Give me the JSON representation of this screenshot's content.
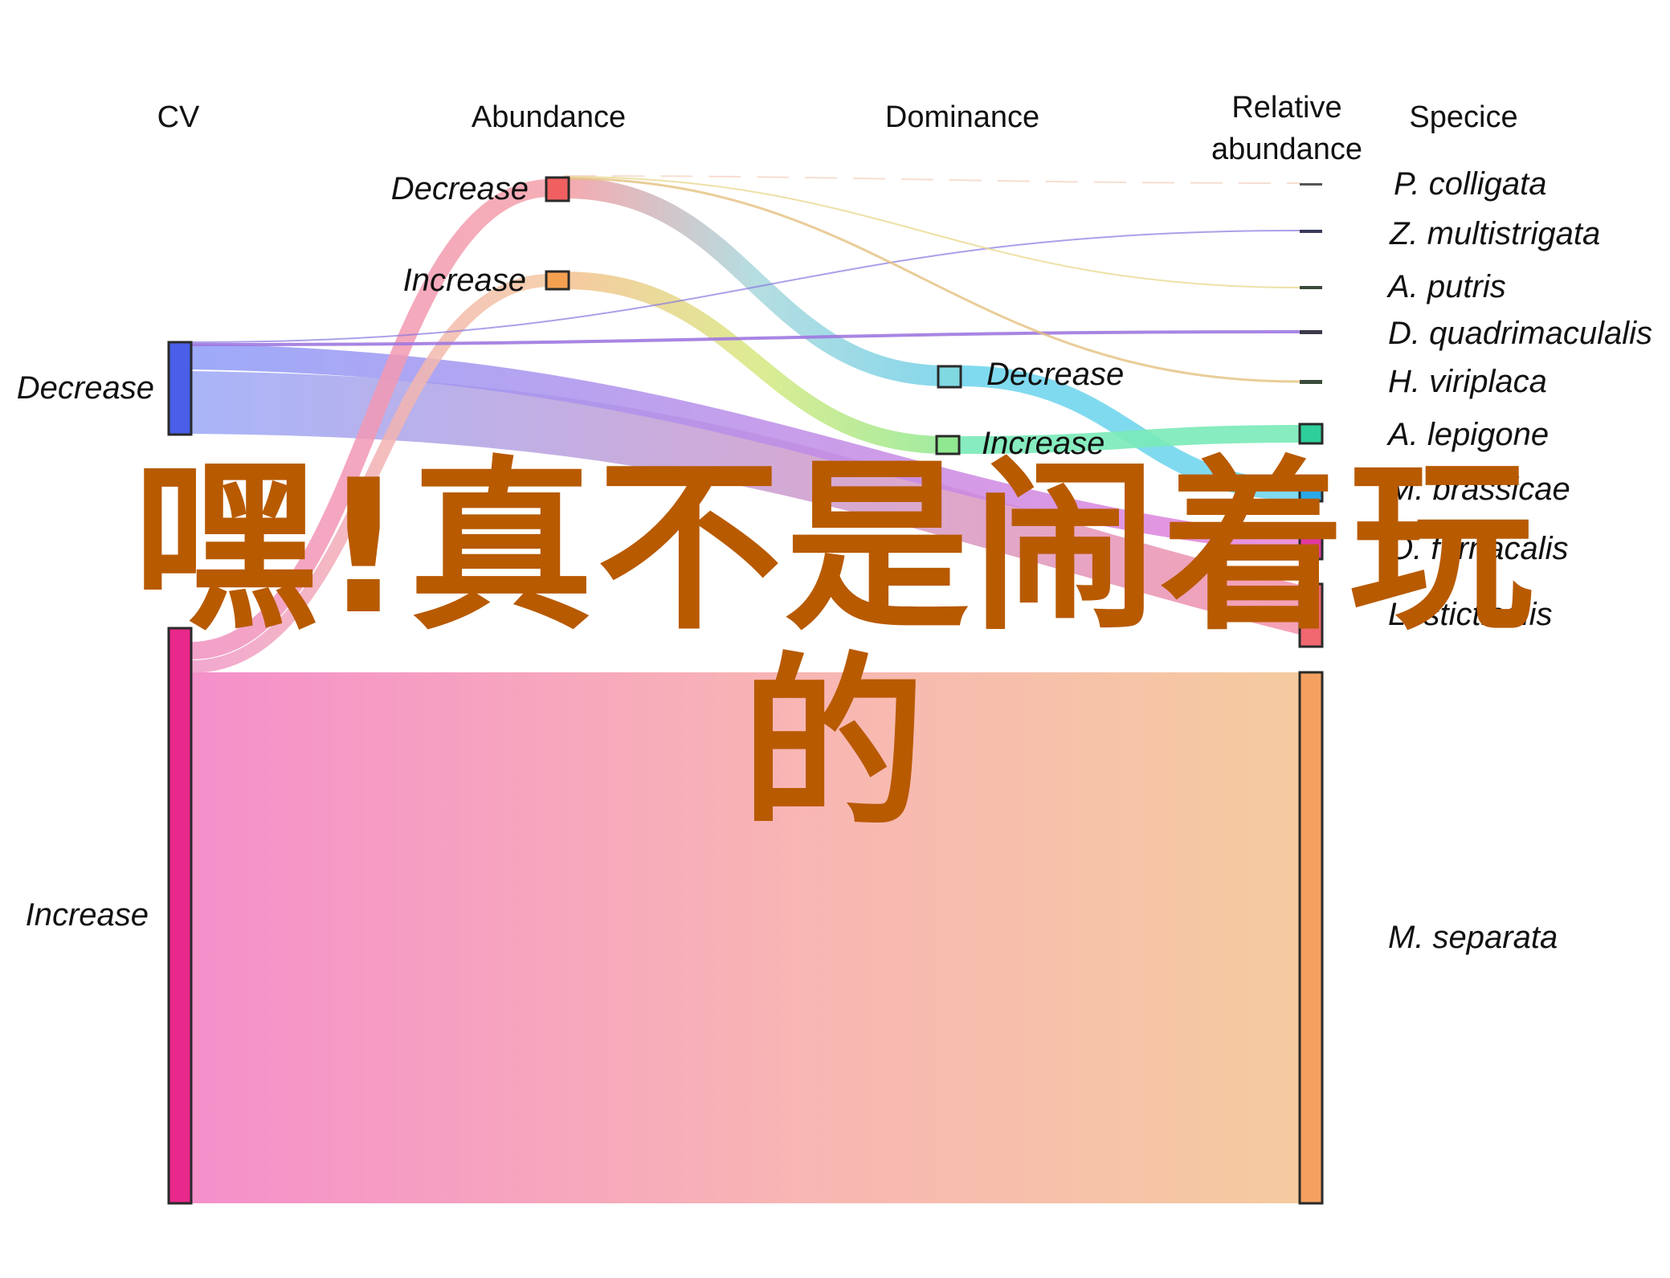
{
  "columns": {
    "cv": "CV",
    "abundance": "Abundance",
    "dominance": "Dominance",
    "relative_line1": "Relative",
    "relative_line2": "abundance",
    "species": "Specice"
  },
  "cv_nodes": {
    "decrease": {
      "label": "Decrease",
      "color": "#4a5ee8"
    },
    "increase": {
      "label": "Increase",
      "color": "#e8288a"
    }
  },
  "abundance_nodes": {
    "decrease": {
      "label": "Decrease",
      "color": "#f06060"
    },
    "increase": {
      "label": "Increase",
      "color": "#f5a050"
    }
  },
  "dominance_nodes": {
    "decrease": {
      "label": "Decrease",
      "color": "#80d8e0"
    },
    "increase": {
      "label": "Increase",
      "color": "#90e890"
    }
  },
  "species": [
    {
      "name": "P. colligata",
      "color": "#555555"
    },
    {
      "name": "Z. multistrigata",
      "color": "#3a3a5a"
    },
    {
      "name": "A. putris",
      "color": "#3a4a3a"
    },
    {
      "name": "D. quadrimaculalis",
      "color": "#3a3a4a"
    },
    {
      "name": "H. viriplaca",
      "color": "#3a4a3a"
    },
    {
      "name": "A. lepigone",
      "color": "#2ecf9a"
    },
    {
      "name": "M. brassicae",
      "color": "#2aa8e8"
    },
    {
      "name": "O. furnacalis",
      "color": "#e03aa0"
    },
    {
      "name": "L. sticticalis",
      "color": "#f06870"
    },
    {
      "name": "M. separata",
      "color": "#f4a060"
    }
  ],
  "watermark": {
    "line1": "嘿!真不是闹着玩",
    "line2": "的"
  }
}
